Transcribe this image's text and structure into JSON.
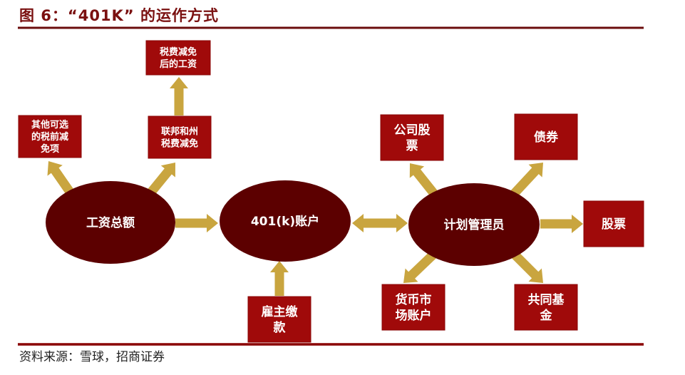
{
  "figure": {
    "title": "图 6：“401K” 的运作方式",
    "source": "资料来源：雪球，招商证券"
  },
  "colors": {
    "rule": "#6b0d0d",
    "ellipse": "#5c0000",
    "box": "#a00a0a",
    "arrow": "#c9a53f",
    "title": "#7a1010"
  },
  "nodes": {
    "gross_salary": {
      "label": [
        "工资总额"
      ]
    },
    "account_401k": {
      "label": [
        "401(k)账户"
      ]
    },
    "plan_manager": {
      "label": [
        "计划管理员"
      ]
    },
    "salary_after_tax": {
      "label": [
        "税费减免",
        "后的工资"
      ]
    },
    "federal_state_tax": {
      "label": [
        "联邦和州",
        "税费减免"
      ]
    },
    "other_tax_deductions": {
      "label": [
        "其他可选",
        "的税前减",
        "免项"
      ]
    },
    "employer_contribution": {
      "label": [
        "雇主缴",
        "款"
      ]
    },
    "company_stock": {
      "label": [
        "公司股",
        "票"
      ]
    },
    "bonds": {
      "label": [
        "债券"
      ]
    },
    "stocks": {
      "label": [
        "股票"
      ]
    },
    "money_market": {
      "label": [
        "货币市",
        "场账户"
      ]
    },
    "mutual_funds": {
      "label": [
        "共同基",
        "金"
      ]
    }
  }
}
